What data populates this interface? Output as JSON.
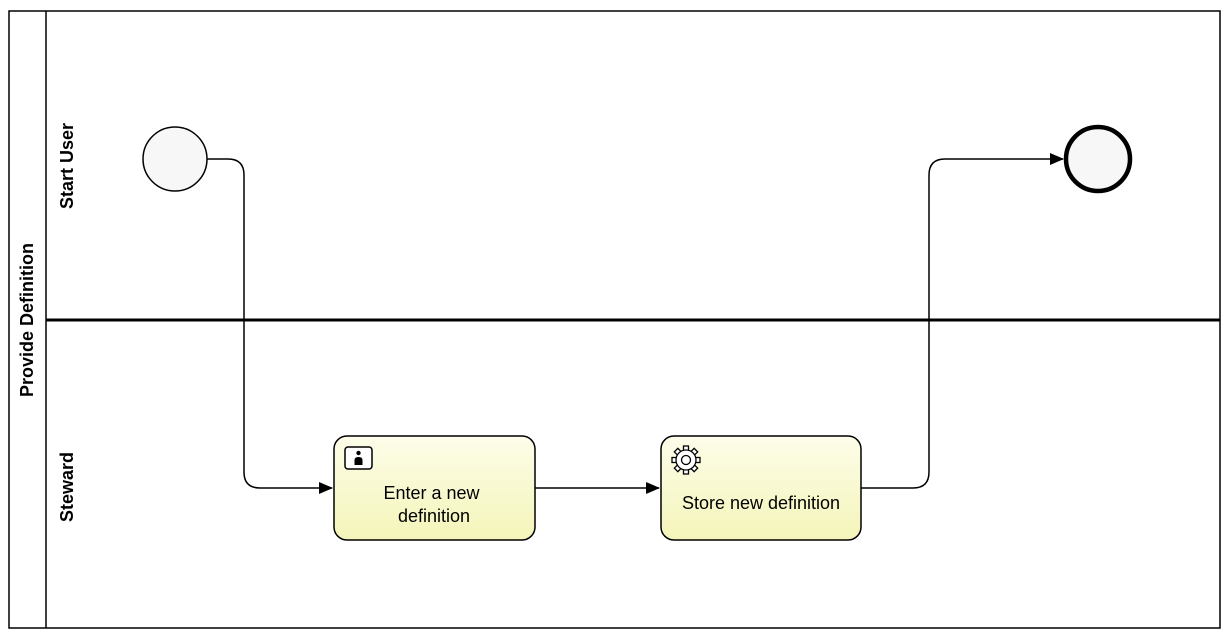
{
  "pool": {
    "label": "Provide Definition"
  },
  "lanes": [
    {
      "label": "Start User"
    },
    {
      "label": "Steward"
    }
  ],
  "tasks": {
    "enter": {
      "type": "user-task",
      "icon": "user-icon",
      "label_lines": [
        "Enter a new",
        "definition"
      ]
    },
    "store": {
      "type": "service-task",
      "icon": "gear-icon",
      "label": "Store new definition"
    }
  },
  "colors": {
    "task_fill_top": "#fdfdea",
    "task_fill_bottom": "#f4f5b9",
    "event_fill": "#f7f7f7",
    "stroke": "#000000"
  }
}
